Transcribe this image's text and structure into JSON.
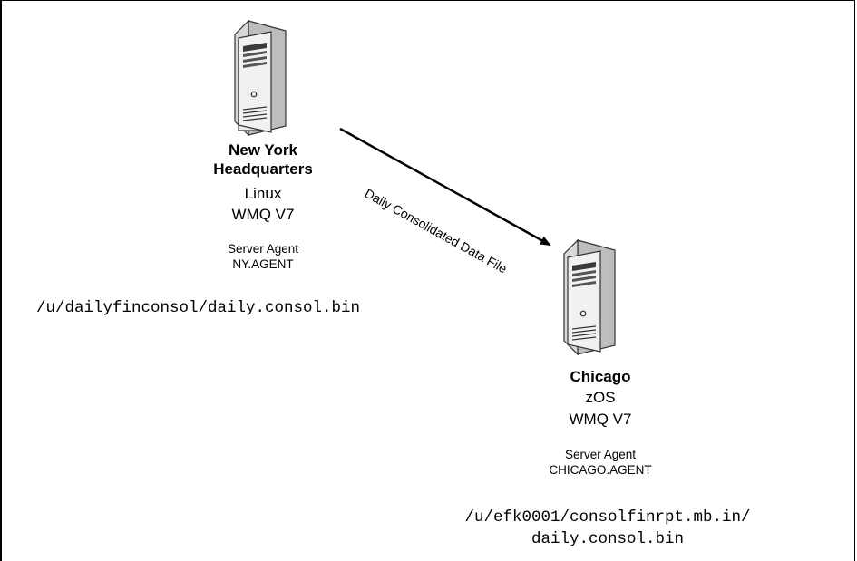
{
  "nodes": {
    "ny": {
      "name_line1": "New York",
      "name_line2": "Headquarters",
      "os": "Linux",
      "wmq": "WMQ V7",
      "agent_type": "Server Agent",
      "agent_name": "NY.AGENT",
      "path": "/u/dailyfinconsol/daily.consol.bin",
      "icon": "server-tower-icon"
    },
    "chicago": {
      "name": "Chicago",
      "os": "zOS",
      "wmq": "WMQ V7",
      "agent_type": "Server Agent",
      "agent_name": "CHICAGO.AGENT",
      "path_line1": "/u/efk0001/consolfinrpt.mb.in/",
      "path_line2": "daily.consol.bin",
      "icon": "server-tower-icon"
    }
  },
  "transfer": {
    "label": "Daily Consolidated Data File"
  },
  "colors": {
    "server_body": "#e8e8e8",
    "server_dark": "#3a3a3a",
    "line": "#000000"
  }
}
